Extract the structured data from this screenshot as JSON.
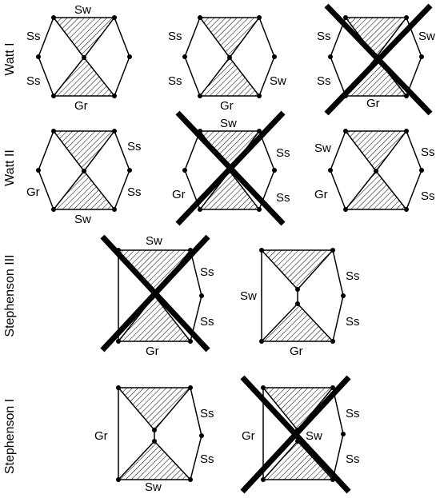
{
  "rows": [
    {
      "label": "Watt I"
    },
    {
      "label": "Watt II"
    },
    {
      "label": "Stephenson III"
    },
    {
      "label": "Stephenson I"
    }
  ],
  "link_labels": {
    "sw": "Sw",
    "ss": "Ss",
    "gr": "Gr"
  },
  "configurations": [
    {
      "row": "Watt I",
      "index": 1,
      "crossed": false
    },
    {
      "row": "Watt I",
      "index": 2,
      "crossed": false
    },
    {
      "row": "Watt I",
      "index": 3,
      "crossed": true
    },
    {
      "row": "Watt II",
      "index": 1,
      "crossed": false
    },
    {
      "row": "Watt II",
      "index": 2,
      "crossed": true
    },
    {
      "row": "Watt II",
      "index": 3,
      "crossed": false
    },
    {
      "row": "Stephenson III",
      "index": 1,
      "crossed": true
    },
    {
      "row": "Stephenson III",
      "index": 2,
      "crossed": false
    },
    {
      "row": "Stephenson I",
      "index": 1,
      "crossed": false
    },
    {
      "row": "Stephenson I",
      "index": 2,
      "crossed": true
    }
  ]
}
